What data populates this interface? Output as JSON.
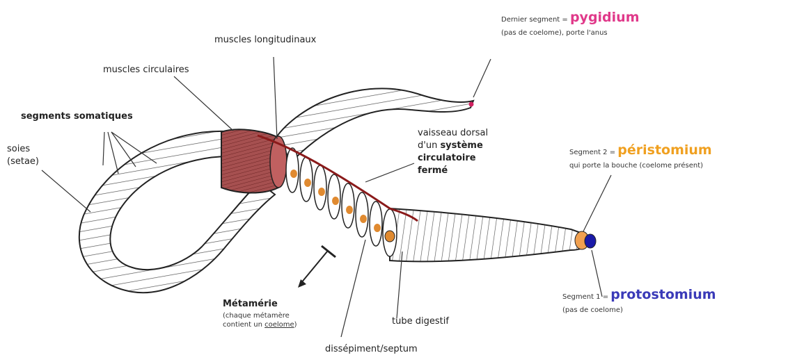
{
  "labels": {
    "muscles_longitudinaux": "muscles longitudinaux",
    "muscles_circulaires": "muscles circulaires",
    "segments_somatiques": "segments somatiques",
    "soies_1": "soies",
    "soies_2": "(setae)",
    "vaisseau_1": "vaisseau dorsal",
    "vaisseau_2a": "d'un ",
    "vaisseau_2b": "système",
    "vaisseau_3": "circulatoire",
    "vaisseau_4": "fermé",
    "pygidium_prefix": "Dernier segment = ",
    "pygidium_term": "pygidium",
    "pygidium_note": "(pas de coelome), porte l'anus",
    "peristomium_prefix": "Segment 2 = ",
    "peristomium_term": "péristomium",
    "peristomium_note": "qui porte la bouche (coelome présent)",
    "protostomium_prefix": "Segment 1 = ",
    "protostomium_term": "protostomium",
    "protostomium_note": "(pas de coelome)",
    "metamerie": "Métamérie",
    "metamerie_note_1": "(chaque métamère",
    "metamerie_note_2a": "contient un ",
    "metamerie_note_2b": "coelome",
    "metamerie_note_2c": ")",
    "tube_digestif": "tube digestif",
    "dissepiment": "dissépiment/septum"
  },
  "colors": {
    "pygidium": "#e0398a",
    "peristomium": "#f0a020",
    "protostomium": "#3a3ab8",
    "muscle": "#8a3a3a",
    "coelome": "#e08a30"
  }
}
